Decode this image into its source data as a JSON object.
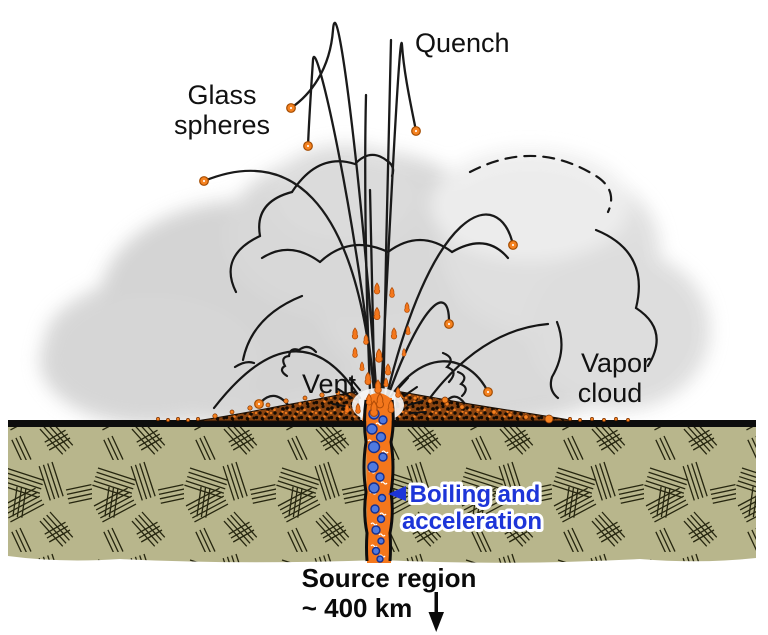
{
  "figure": {
    "type": "diagram",
    "subject": "Fire-fountain volcanic eruption cross-section with vapor cloud, glass spheres, vent and source region",
    "labels": {
      "quench": "Quench",
      "glass_spheres": [
        "Glass",
        "spheres"
      ],
      "vent": "Vent",
      "vapor_cloud": [
        "Vapor",
        "cloud"
      ],
      "boiling": [
        "Boiling and",
        "acceleration"
      ],
      "source_region": [
        "Source region",
        "~ 400 km"
      ]
    },
    "icons": {
      "down_arrow_glyph": "↓",
      "left_pointer_glyph": "◄"
    },
    "colors": {
      "glass_sphere_orange": "#f58220",
      "magma_orange": "#f4771c",
      "gas_bubble_blue": "#4f7ae0",
      "annotation_blue": "#1d35d8",
      "regolith_khaki": "#b8b68c",
      "vapor_cloud_gray": "#d6d6d6",
      "deposit_brown": "#8a4410",
      "ink": "#1a1a1a"
    }
  }
}
